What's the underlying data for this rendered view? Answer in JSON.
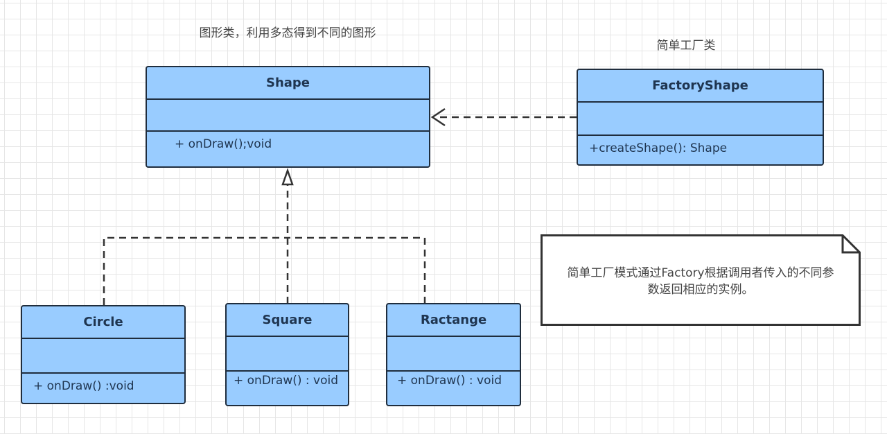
{
  "diagram": {
    "type": "UML class diagram",
    "colors": {
      "class_fill": "#99ccff",
      "class_border": "#1f2d3d",
      "text": "#1f3550",
      "caption": "#444444",
      "connector": "#333333",
      "grid": "#e6e6e6"
    },
    "captions": {
      "shape_caption": "图形类，利用多态得到不同的图形",
      "factory_caption": "简单工厂类"
    },
    "classes": {
      "shape": {
        "name": "Shape",
        "attributes": [],
        "methods": [
          "+ onDraw();void"
        ]
      },
      "factory": {
        "name": "FactoryShape",
        "attributes": [],
        "methods": [
          "+createShape(): Shape"
        ]
      },
      "circle": {
        "name": "Circle",
        "attributes": [],
        "methods": [
          "+ onDraw() :void"
        ]
      },
      "square": {
        "name": "Square",
        "attributes": [],
        "methods": [
          "+ onDraw() : void"
        ]
      },
      "ractange": {
        "name": "Ractange",
        "attributes": [],
        "methods": [
          "+ onDraw() : void"
        ]
      }
    },
    "relationships": [
      {
        "from": "FactoryShape",
        "to": "Shape",
        "kind": "dependency",
        "style": "dashed, open arrow"
      },
      {
        "from": "Circle",
        "to": "Shape",
        "kind": "realization",
        "style": "dashed, hollow triangle"
      },
      {
        "from": "Square",
        "to": "Shape",
        "kind": "realization",
        "style": "dashed, hollow triangle"
      },
      {
        "from": "Ractange",
        "to": "Shape",
        "kind": "realization",
        "style": "dashed, hollow triangle"
      }
    ],
    "note": {
      "text": "简单工厂模式通过Factory根据调用者传入的不同参数返回相应的实例。"
    }
  }
}
